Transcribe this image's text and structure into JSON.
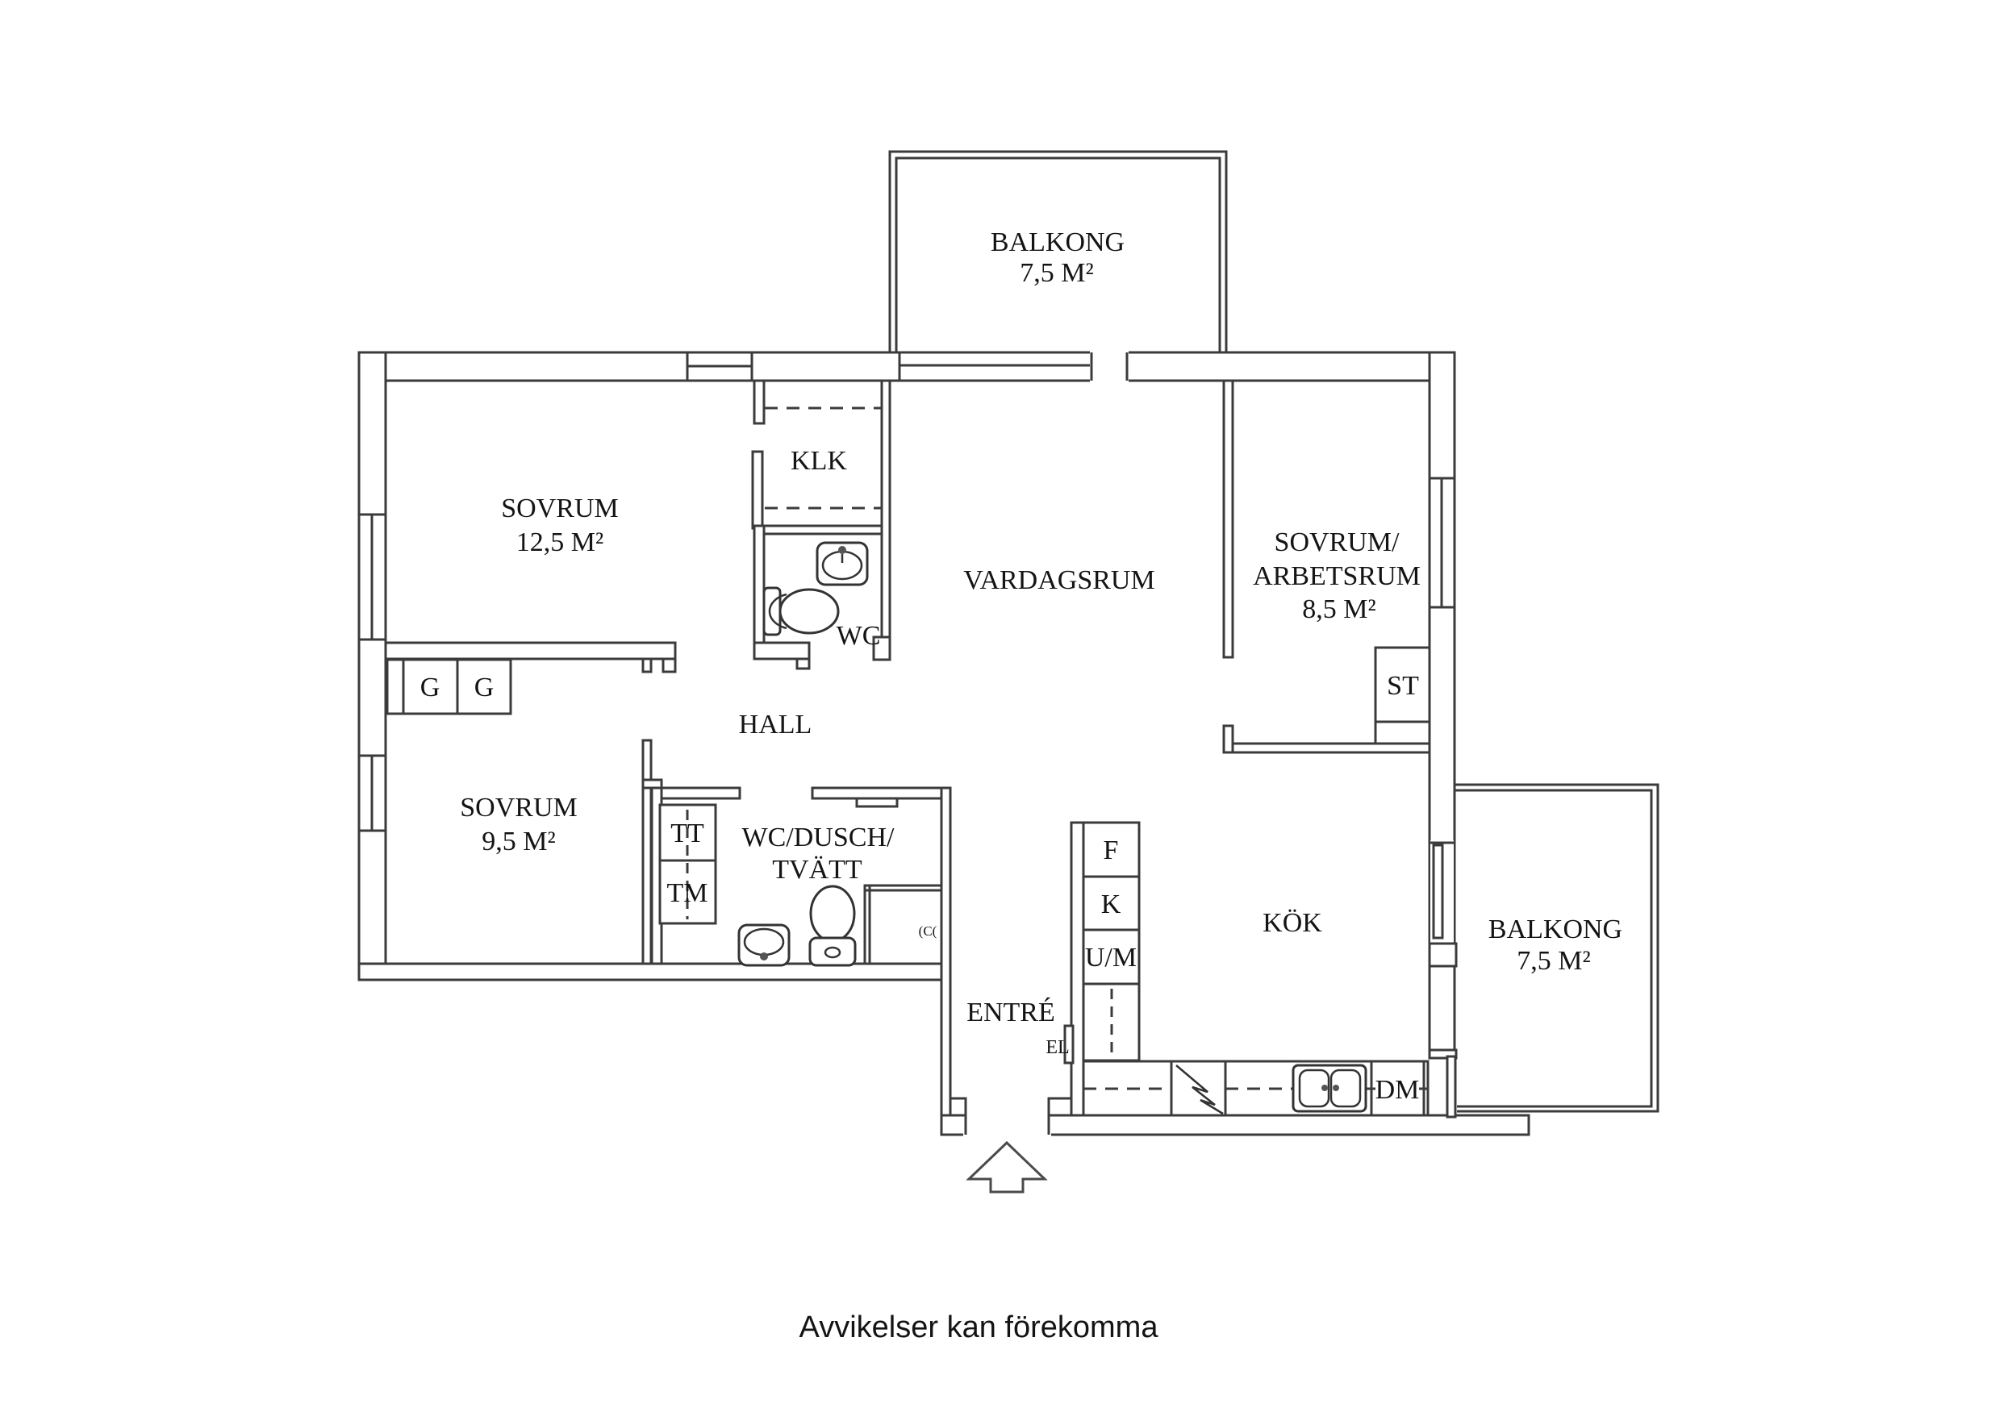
{
  "plan": {
    "labels": {
      "balcony_top_name": "BALKONG",
      "balcony_top_area": "7,5 M²",
      "bedroom_large_name": "SOVRUM",
      "bedroom_large_area": "12,5 M²",
      "klk": "KLK",
      "wc": "WC",
      "living": "VARDAGSRUM",
      "bedroom_office_name1": "SOVRUM/",
      "bedroom_office_name2": "ARBETSRUM",
      "bedroom_office_area": "8,5 M²",
      "st": "ST",
      "hall": "HALL",
      "bedroom_small_name": "SOVRUM",
      "bedroom_small_area": "9,5 M²",
      "tt": "TT",
      "tm": "TM",
      "wc_shower_name1": "WC/DUSCH/",
      "wc_shower_name2": "TVÄTT",
      "entre": "ENTRÉ",
      "el": "EL",
      "fridge": "F",
      "freezer": "K",
      "um": "U/M",
      "kitchen": "KÖK",
      "dm": "DM",
      "balcony_right_name": "BALKONG",
      "balcony_right_area": "7,5 M²",
      "wardrobe1": "G",
      "wardrobe2": "G",
      "shower_mixer": "(C(",
      "footer": "Avvikelser kan förekomma"
    }
  }
}
